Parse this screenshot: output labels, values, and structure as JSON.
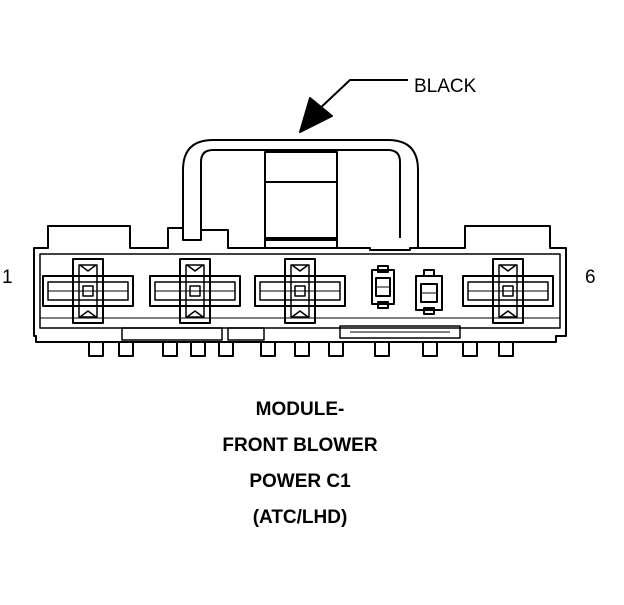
{
  "connector": {
    "wire_color_label": "BLACK",
    "pin_left_label": "1",
    "pin_right_label": "6"
  },
  "caption": {
    "lines": [
      "MODULE-",
      "FRONT BLOWER",
      "POWER C1",
      "(ATC/LHD)"
    ]
  }
}
